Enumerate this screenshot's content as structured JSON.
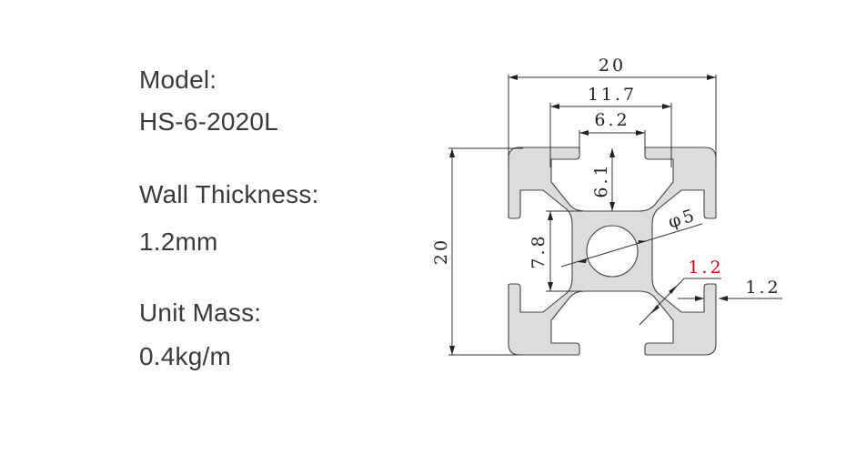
{
  "specs": {
    "model_label": "Model:",
    "model_value": "HS-6-2020L",
    "wall_label": "Wall Thickness:",
    "wall_value": "1.2mm",
    "mass_label": "Unit Mass:",
    "mass_value": "0.4kg/m"
  },
  "dimensions": {
    "width": "20",
    "height": "20",
    "slot_inner": "11.7",
    "slot_opening": "6.2",
    "slot_depth": "6.1",
    "core": "7.8",
    "bore": "φ5",
    "web_thickness": "1.2",
    "wall_thickness": "1.2"
  },
  "colors": {
    "profile_fill": "#dcdcdc",
    "highlight": "#d0021b",
    "text": "#3a3a3a"
  }
}
